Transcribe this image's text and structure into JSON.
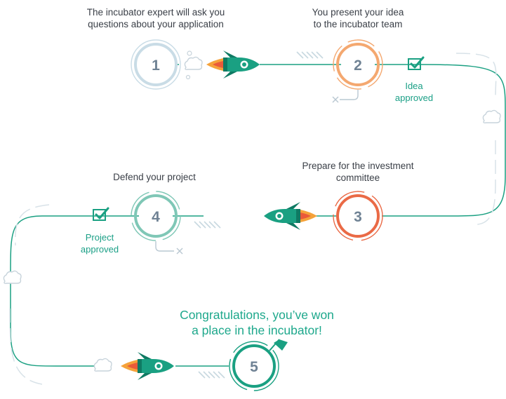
{
  "steps": [
    {
      "number": "1",
      "caption": [
        "The incubator expert will ask you",
        "questions about your application"
      ],
      "color": "#6f8294",
      "ring": "#c9dce6"
    },
    {
      "number": "2",
      "caption": [
        "You present your idea",
        "to the incubator team"
      ],
      "color": "#f4a870",
      "ring": "#f4a870"
    },
    {
      "number": "3",
      "caption": [
        "Prepare for the investment",
        "committee"
      ],
      "color": "#ea6a46",
      "ring": "#ea6a46"
    },
    {
      "number": "4",
      "caption": [
        "Defend your project"
      ],
      "color": "#7fc7b6",
      "ring": "#7fc7b6"
    },
    {
      "number": "5",
      "caption": [],
      "color": "#1aa082",
      "ring": "#1aa082"
    }
  ],
  "milestones": {
    "idea": [
      "Idea",
      "approved"
    ],
    "project": [
      "Project",
      "approved"
    ]
  },
  "finale": [
    "Congratulations, you’ve won",
    "a place in the incubator!"
  ],
  "colors": {
    "path": "#1aa082",
    "text": "#3a3f47",
    "accent": "#1ea88c",
    "rocket_body": "#1aa082",
    "rocket_dark": "#0f7a63",
    "flame_outer": "#f5a23a",
    "flame_inner": "#ea5a3a",
    "hatch": "#c7d8e0"
  },
  "icons": [
    "checkmark-icon",
    "rocket-icon",
    "smoke-cloud-icon",
    "flag-icon",
    "cross-icon"
  ]
}
